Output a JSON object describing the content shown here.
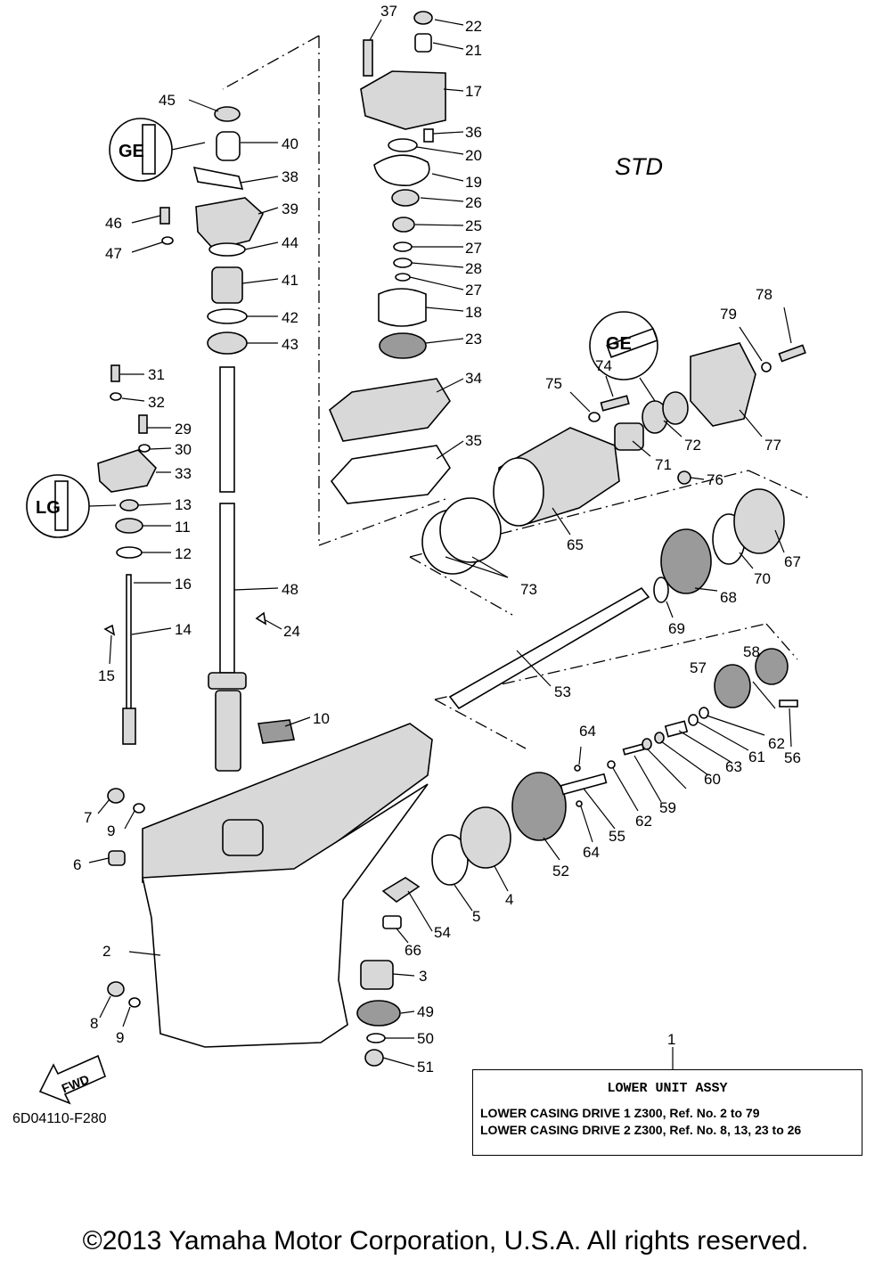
{
  "header": {
    "variant_label": "STD"
  },
  "callouts": [
    "37",
    "22",
    "21",
    "17",
    "36",
    "20",
    "19",
    "26",
    "25",
    "27",
    "28",
    "27",
    "18",
    "23",
    "34",
    "35",
    "45",
    "40",
    "38",
    "39",
    "46",
    "47",
    "44",
    "41",
    "42",
    "43",
    "31",
    "32",
    "29",
    "30",
    "33",
    "13",
    "11",
    "12",
    "16",
    "14",
    "15",
    "48",
    "24",
    "10",
    "7",
    "9",
    "6",
    "2",
    "8",
    "9",
    "78",
    "79",
    "74",
    "75",
    "72",
    "77",
    "71",
    "76",
    "65",
    "73",
    "67",
    "70",
    "68",
    "69",
    "53",
    "58",
    "57",
    "62",
    "56",
    "61",
    "63",
    "60",
    "59",
    "62",
    "64",
    "55",
    "64",
    "52",
    "4",
    "5",
    "54",
    "66",
    "3",
    "49",
    "50",
    "51",
    "1"
  ],
  "fwd_label": "FWD",
  "drawing_code": "6D04110-F280",
  "assy_box": {
    "title": "LOWER UNIT ASSY",
    "line1": "LOWER CASING DRIVE 1 Z300,  Ref. No. 2 to 79",
    "line2": "LOWER CASING DRIVE 2 Z300,  Ref. No. 8, 13, 23 to 26"
  },
  "copyright": "©2013 Yamaha Motor Corporation, U.S.A. All rights reserved.",
  "icons": [
    "grease-icon",
    "grease-icon",
    "grease-icon",
    "fwd-arrow-icon"
  ]
}
